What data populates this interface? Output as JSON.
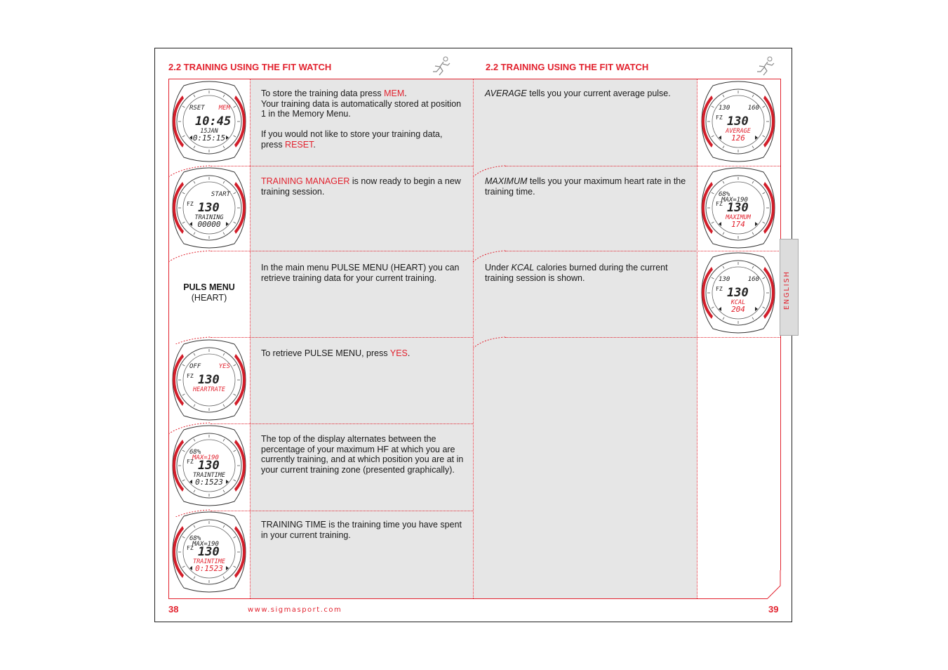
{
  "header": {
    "left_title": "2.2 TRAINING USING THE FIT WATCH",
    "right_title": "2.2 TRAINING USING THE FIT WATCH"
  },
  "left_rows": [
    {
      "parts": [
        {
          "t": "To store the training data press ",
          "s": ""
        },
        {
          "t": "MEM",
          "s": "red"
        },
        {
          "t": ".",
          "s": ""
        },
        {
          "t": "\n",
          "s": ""
        },
        {
          "t": "Your training data is automatically stored at position 1 in the Memory Menu.",
          "s": ""
        },
        {
          "t": "\n\n",
          "s": ""
        },
        {
          "t": "If you would not like to store your training data, press ",
          "s": ""
        },
        {
          "t": "RESET",
          "s": "red"
        },
        {
          "t": ".",
          "s": ""
        }
      ],
      "watch": {
        "l1": "RSET",
        "l1r": "MEM",
        "big": "10:45",
        "l3": "15JAN",
        "l4": "0:15:15"
      }
    },
    {
      "parts": [
        {
          "t": "TRAINING MANAGER",
          "s": "red"
        },
        {
          "t": " is now ready to begin a new training session.",
          "s": ""
        }
      ],
      "watch": {
        "l1": "",
        "l1r": "START",
        "big": "130",
        "l3": "TRAINING",
        "l4": "00000"
      }
    },
    {
      "parts": [
        {
          "t": "In the main menu PULSE MENU (HEART) you can retrieve training data for your current training.",
          "s": ""
        }
      ]
    },
    {
      "parts": [
        {
          "t": "To retrieve PULSE MENU, press ",
          "s": ""
        },
        {
          "t": "YES",
          "s": "red"
        },
        {
          "t": ".",
          "s": ""
        }
      ],
      "watch": {
        "l1": "OFF",
        "l1r": "YES",
        "big": "130",
        "l3": "HEARTRATE",
        "l4": ""
      }
    },
    {
      "parts": [
        {
          "t": "The top of the display alternates between the percentage of your maximum HF at which you are currently training, and at which position you are at in your current training zone (presented graphically).",
          "s": ""
        }
      ],
      "watch": {
        "l1": "68%",
        "l1r": "",
        "l2": "MAX=190",
        "big": "130",
        "l3": "TRAINTIME",
        "l4": "0:1523"
      }
    },
    {
      "parts": [
        {
          "t": "TRAINING TIME is the training time you have spent in your current training.",
          "s": ""
        }
      ],
      "watch": {
        "l1": "68%",
        "l1r": "",
        "l2": "MAX=190",
        "big": "130",
        "l3": "TRAINTIME",
        "l4": "0:1523"
      }
    }
  ],
  "puls_menu": {
    "title": "PULS MENU",
    "sub": "(HEART)"
  },
  "right_rows": [
    {
      "parts": [
        {
          "t": "AVERAGE",
          "s": "ital"
        },
        {
          "t": " tells you your current average pulse.",
          "s": ""
        }
      ],
      "watch": {
        "l1": "130",
        "l1r": "160",
        "big": "130",
        "l3": "AVERAGE",
        "l4": "126"
      }
    },
    {
      "parts": [
        {
          "t": "MAXIMUM",
          "s": "ital"
        },
        {
          "t": " tells you your maximum heart rate in the training time.",
          "s": ""
        }
      ],
      "watch": {
        "l1": "68%",
        "l1r": "",
        "l2": "MAX=190",
        "big": "130",
        "l3": "MAXIMUM",
        "l4": "174"
      }
    },
    {
      "parts": [
        {
          "t": "Under ",
          "s": ""
        },
        {
          "t": "KCAL",
          "s": "ital"
        },
        {
          "t": " calories burned during the current training session is shown.",
          "s": ""
        }
      ],
      "watch": {
        "l1": "130",
        "l1r": "160",
        "big": "130",
        "l3": "KCAL",
        "l4": "204"
      }
    }
  ],
  "footer": {
    "left_page": "38",
    "right_page": "39",
    "url": "www.sigmasport.com"
  },
  "side_tab": "ENGLISH",
  "watch_fz": "FZ",
  "colors": {
    "accent": "#e2222e",
    "cell_bg": "#e6e6e6"
  }
}
